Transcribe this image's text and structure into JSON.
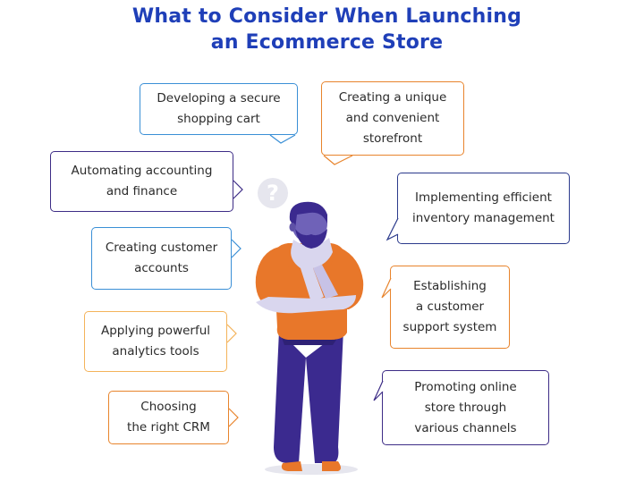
{
  "title": {
    "line1": "What to Consider When Launching",
    "line2": "an Ecommerce Store"
  },
  "bubbles": [
    {
      "text": "Developing a secure\nshopping cart",
      "color": "#3a8fd6"
    },
    {
      "text": "Creating a unique\nand convenient\nstorefront",
      "color": "#e8842c"
    },
    {
      "text": "Automating accounting\nand finance",
      "color": "#3d2c86"
    },
    {
      "text": "Implementing efficient\ninventory management",
      "color": "#2b3a8c"
    },
    {
      "text": "Creating customer\naccounts",
      "color": "#3a8fd6"
    },
    {
      "text": "Establishing\na customer\nsupport system",
      "color": "#e8842c"
    },
    {
      "text": "Applying powerful\nanalytics tools",
      "color": "#f4b35a"
    },
    {
      "text": "Choosing\nthe right CRM",
      "color": "#e8842c"
    },
    {
      "text": "Promoting online\nstore through\nvarious channels",
      "color": "#3d2c86"
    }
  ],
  "question_mark": "?",
  "colors": {
    "title": "#1f3fb8",
    "shirt": "#e8772a",
    "pants": "#3b2a8f",
    "scarf": "#d9d6ee",
    "hair": "#3b2a8f",
    "skin": "#6f62b8"
  }
}
